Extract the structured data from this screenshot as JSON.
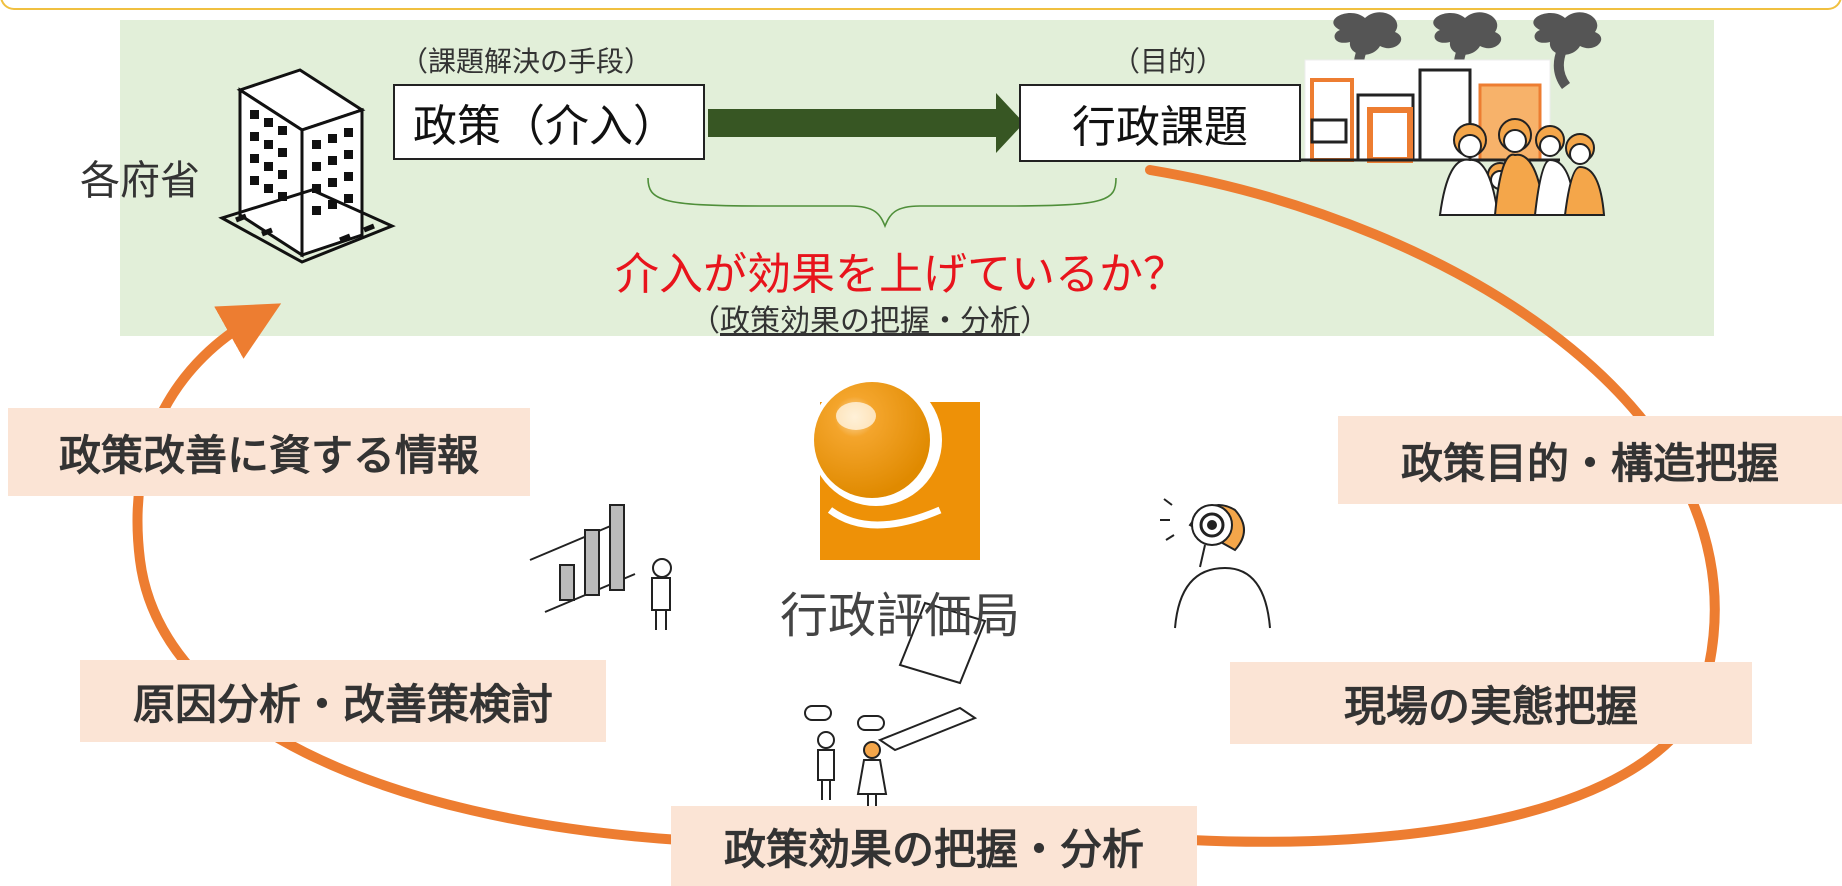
{
  "colors": {
    "panel_bg": "#e2efd9",
    "arrow_green": "#375623",
    "cycle_orange": "#ed7d31",
    "pill_bg": "#fbe4d5",
    "question_red": "#e8141c",
    "logo_orange": "#ee9107"
  },
  "top": {
    "ministry_label": "各府省",
    "means_label": "（課題解決の手段）",
    "policy_box": "政策（介入）",
    "purpose_label": "（目的）",
    "issue_box": "行政課題",
    "question": "介入が効果を上げているか？",
    "grasp_note_open": "（",
    "grasp_note_text": "政策効果の把握・分析",
    "grasp_note_close": "）"
  },
  "center": {
    "bureau_name": "行政評価局"
  },
  "cycle": {
    "info": "政策改善に資する情報",
    "purpose": "政策目的・構造把握",
    "cause": "原因分析・改善策検討",
    "field": "現場の実態把握",
    "effect": "政策効果の把握・分析"
  },
  "icons": {
    "building": "office-building-icon",
    "city": "city-smog-family-icon",
    "logo": "evaluation-bureau-logo",
    "chart_person": "person-with-bar-chart-icon",
    "magnifier_person": "person-with-magnifier-icon",
    "laptop_people": "people-discussing-laptop-icon"
  }
}
